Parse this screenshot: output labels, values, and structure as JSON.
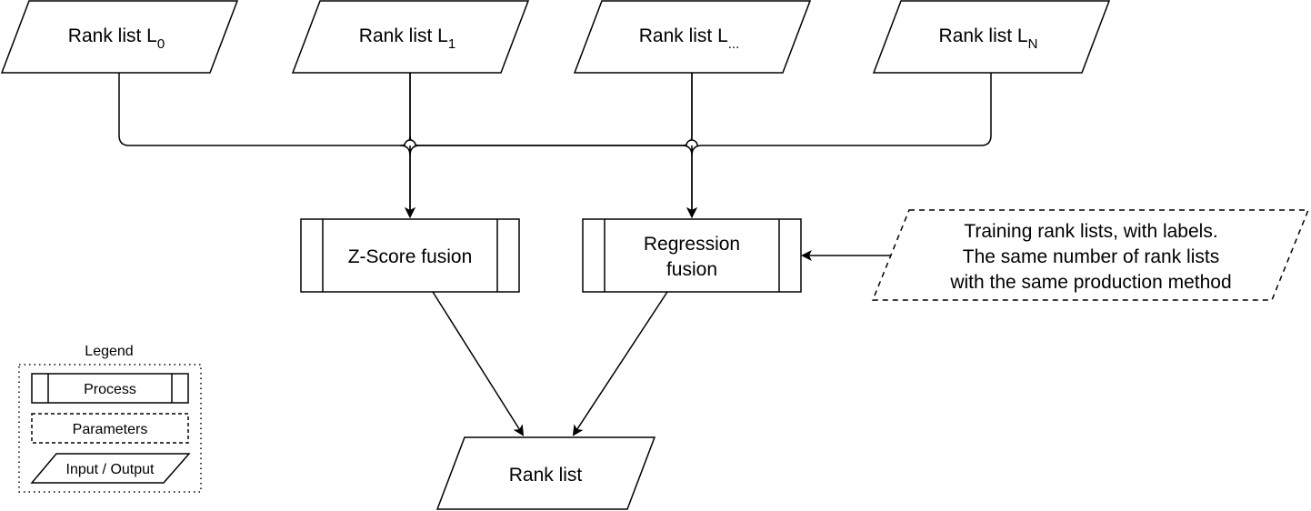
{
  "inputs": [
    {
      "base": "Rank list L",
      "sub": "0"
    },
    {
      "base": "Rank list L",
      "sub": "1"
    },
    {
      "base": "Rank list L",
      "sub": "..."
    },
    {
      "base": "Rank list L",
      "sub": "N"
    }
  ],
  "processes": {
    "zscore": {
      "line1": "Z-Score fusion"
    },
    "regression": {
      "line1": "Regression",
      "line2": "fusion"
    }
  },
  "parameters": {
    "line1": "Training rank lists, with labels.",
    "line2": "The same number of rank lists",
    "line3": "with the same production method"
  },
  "output": {
    "label": "Rank list"
  },
  "legend": {
    "title": "Legend",
    "process": "Process",
    "parameters": "Parameters",
    "input_output": "Input / Output"
  }
}
